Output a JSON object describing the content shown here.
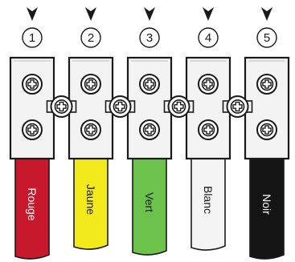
{
  "diagram": {
    "positions": [
      {
        "number": "1",
        "wire_label": "Rouge",
        "wire_color": "#c8182c",
        "label_color": "#ffffff"
      },
      {
        "number": "2",
        "wire_label": "Jaune",
        "wire_color": "#f2ea1a",
        "label_color": "#1a1a1a"
      },
      {
        "number": "3",
        "wire_label": "Vert",
        "wire_color": "#6cc24a",
        "label_color": "#1a1a1a"
      },
      {
        "number": "4",
        "wire_label": "Blanc",
        "wire_color": "#f4f4f4",
        "label_color": "#1a1a1a"
      },
      {
        "number": "5",
        "wire_label": "Noir",
        "wire_color": "#141414",
        "label_color": "#ffffff"
      }
    ],
    "colors": {
      "terminal_body": "#f3f3f3",
      "outline": "#1a1a1a",
      "screw_face": "#ffffff"
    },
    "icons": {
      "arrow": "down-arrow-icon",
      "screw": "phillips-screw-icon"
    }
  }
}
